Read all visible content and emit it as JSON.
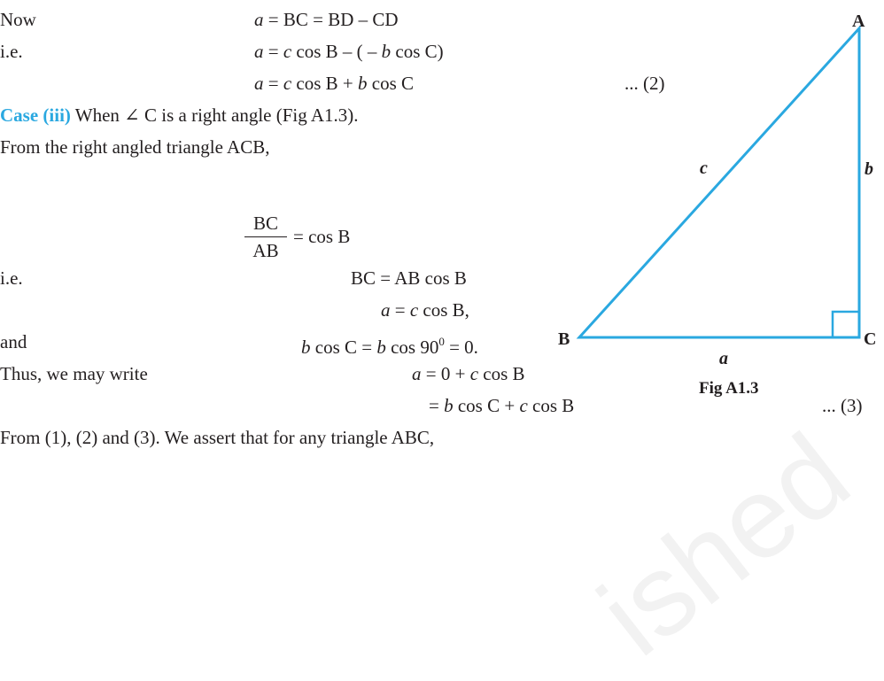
{
  "lines": {
    "l1_label": "Now",
    "l1_eq_a": "a",
    "l1_eq_rest": " = BC = BD – CD",
    "l2_label": "i.e.",
    "l2_a": "a",
    "l2_mid1": " = ",
    "l2_c": "c",
    "l2_mid2": " cos B – ( – ",
    "l2_b": "b",
    "l2_mid3": " cos C)",
    "l3_a": "a",
    "l3_mid1": " = ",
    "l3_c": "c",
    "l3_mid2": " cos B + ",
    "l3_b": "b",
    "l3_mid3": " cos C",
    "l3_tag": "... (2)",
    "case_label": "Case (iii)",
    "case_text": " When ∠ C is a right angle (Fig A1.3).",
    "from_text": "From the right angled triangle ACB,",
    "frac_num": "BC",
    "frac_den": "AB",
    "frac_rhs": "= cos B",
    "ie2_label": "i.e.",
    "ie2_eq": "BC = AB cos B",
    "acos_a": "a",
    "acos_mid": " = ",
    "acos_c": "c",
    "acos_end": " cos B,",
    "and_label": "and",
    "and_b1": "b",
    "and_mid1": " cos C = ",
    "and_b2": "b",
    "and_mid2": " cos 90",
    "and_sup": "0",
    "and_end": " = 0.",
    "thus_label": "Thus, we may write",
    "thus_a": "a",
    "thus_mid": " = 0 + ",
    "thus_c": "c",
    "thus_end": " cos B",
    "eq3_mid1": "= ",
    "eq3_b": "b",
    "eq3_mid2": " cos C + ",
    "eq3_c": "c",
    "eq3_end": " cos B",
    "eq3_tag": "... (3)",
    "last_text": "From (1), (2) and (3). We assert that for any triangle ABC,"
  },
  "figure": {
    "vertex_A": "A",
    "vertex_B": "B",
    "vertex_C": "C",
    "side_a": "a",
    "side_b": "b",
    "side_c": "c",
    "caption": "Fig A1.3",
    "stroke_color": "#2aa8e0"
  },
  "watermark": "ished"
}
